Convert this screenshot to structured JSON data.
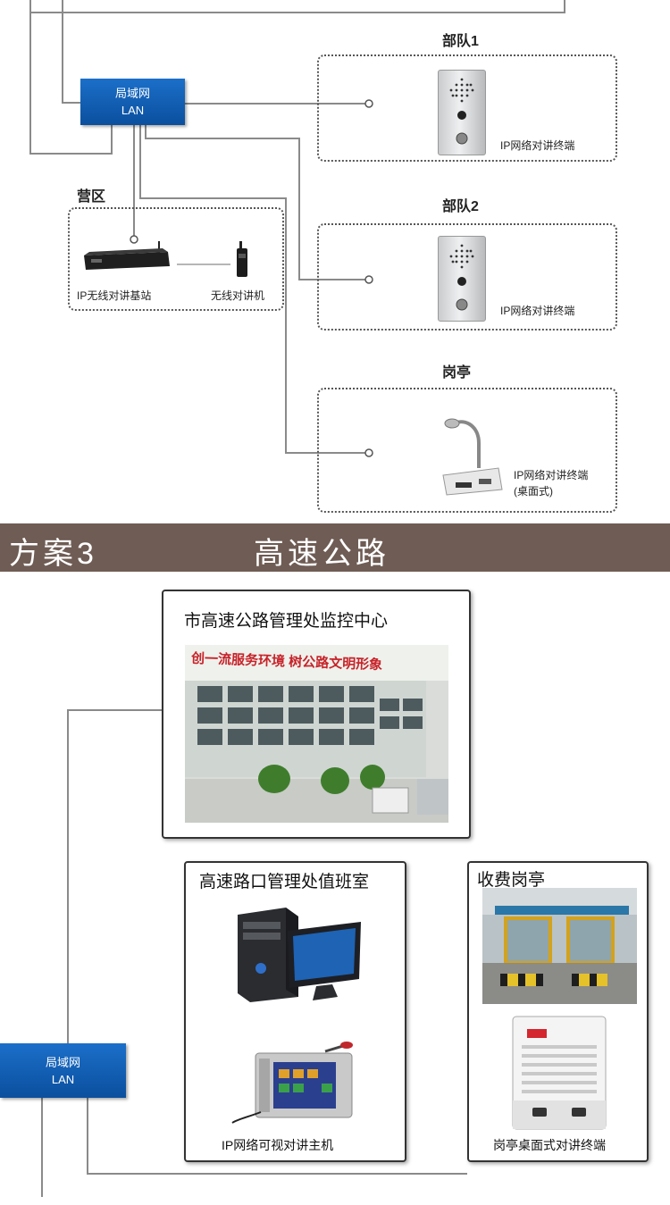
{
  "top": {
    "lan": {
      "line1": "局域网",
      "line2": "LAN"
    },
    "camp": {
      "title": "营区",
      "base_station": "IP无线对讲基站",
      "radio": "无线对讲机"
    },
    "unit1": {
      "title": "部队1",
      "terminal": "IP网络对讲终端"
    },
    "unit2": {
      "title": "部队2",
      "terminal": "IP网络对讲终端"
    },
    "guard": {
      "title": "岗亭",
      "terminal_line1": "IP网络对讲终端",
      "terminal_line2": "(桌面式)"
    }
  },
  "banner": {
    "scheme": "方案3",
    "title": "高速公路"
  },
  "bottom": {
    "monitor_center": {
      "title": "市高速公路管理处监控中心",
      "wall_slogan": "创一流服务环境  树公路文明形象"
    },
    "duty_room": {
      "title": "高速路口管理处值班室",
      "device": "IP网络可视对讲主机"
    },
    "toll_booth": {
      "title": "收费岗亭",
      "device": "岗亭桌面式对讲终端"
    },
    "lan": {
      "line1": "局域网",
      "line2": "LAN"
    }
  },
  "colors": {
    "lan_blue": "#0b4f9e",
    "banner_brown": "#6f5c54",
    "line_gray": "#8a8a8a"
  }
}
